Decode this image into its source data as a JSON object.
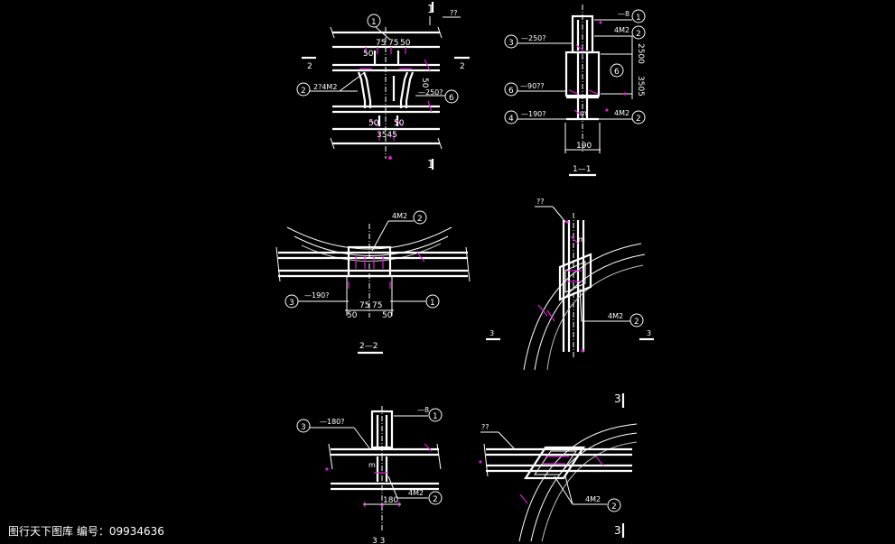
{
  "tag": "??",
  "bubble_1": "1",
  "bubble_2": "2",
  "bubble_3": "3",
  "bubble_4": "4",
  "bubble_6": "6",
  "dim_50": "50",
  "dim_75": "75",
  "dim_190": "190",
  "dim_180": "180",
  "dim_3545": "3545",
  "dim_2500": "2500",
  "dim_3505": "3505",
  "section_2": "2",
  "section_1": "1",
  "section_3": "3",
  "title_1_1": "1—1",
  "title_2_2": "2—2",
  "title_3_3": "3  3",
  "note_274m2": "2?4M2",
  "note_4m2": "4M2",
  "note_250": "—250?",
  "note_250b": "—250?",
  "note_90": "—90??",
  "note_190": "—190?",
  "note_190b": "—190?",
  "note_8": "—8",
  "note_180": "—180?",
  "watermark": "图行天下图库 编号：09934636"
}
